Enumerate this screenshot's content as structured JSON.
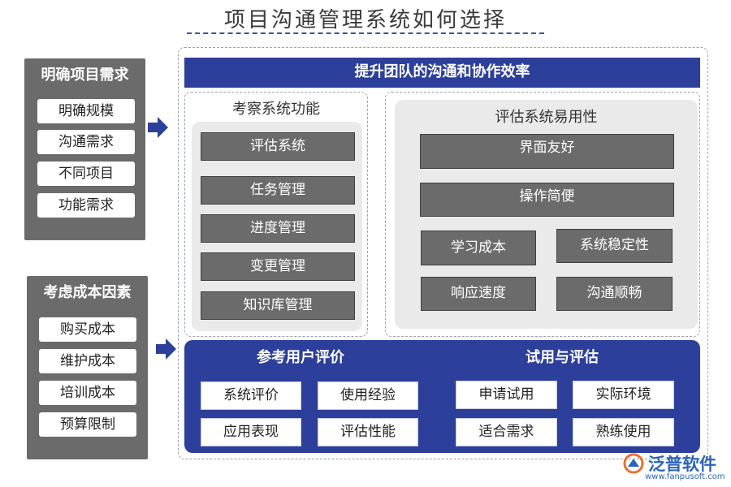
{
  "title": "项目沟通管理系统如何选择",
  "left_top": {
    "heading": "明确项目需求",
    "items": [
      "明确规模",
      "沟通需求",
      "不同项目",
      "功能需求"
    ]
  },
  "left_bottom": {
    "heading": "考虑成本因素",
    "items": [
      "购买成本",
      "维护成本",
      "培训成本",
      "预算限制"
    ]
  },
  "banner": "提升团队的沟通和协作效率",
  "examine": {
    "heading": "考察系统功能",
    "items": [
      "评估系统",
      "任务管理",
      "进度管理",
      "变更管理",
      "知识库管理"
    ]
  },
  "usability": {
    "heading": "评估系统易用性",
    "wide_items": [
      "界面友好",
      "操作简便"
    ],
    "grid_items": [
      "学习成本",
      "系统稳定性",
      "响应速度",
      "沟通顺畅"
    ]
  },
  "reviews": {
    "heading": "参考用户评价",
    "items": [
      "系统评价",
      "使用经验",
      "应用表现",
      "评估性能"
    ]
  },
  "trial": {
    "heading": "试用与评估",
    "items": [
      "申请试用",
      "实际环境",
      "适合需求",
      "熟练使用"
    ]
  },
  "logo": {
    "text": "泛普软件",
    "url": "www.fanpusoft.com"
  },
  "colors": {
    "navy": "#2c3f9a",
    "grey": "#6b6b6b",
    "light": "#eaeaea"
  }
}
